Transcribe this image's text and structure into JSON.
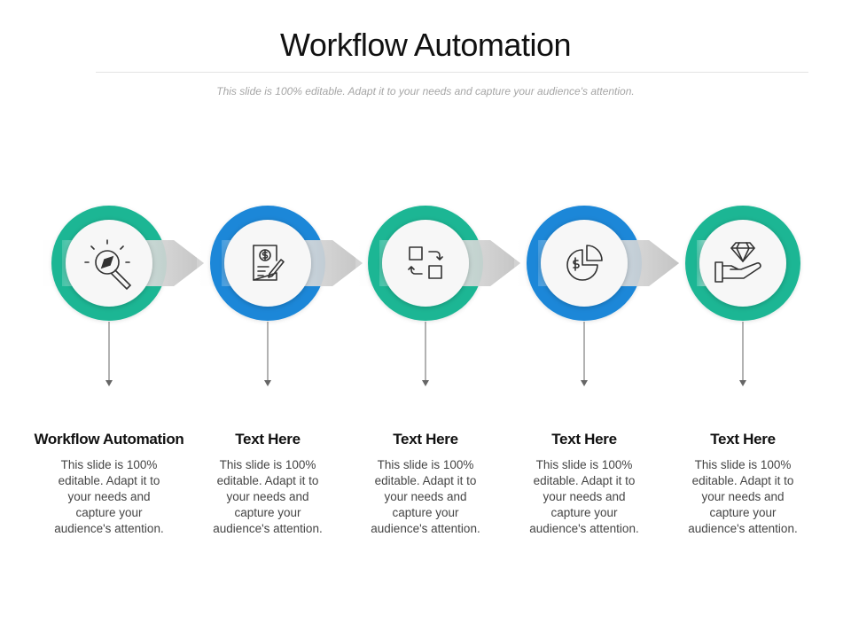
{
  "header": {
    "title": "Workflow Automation",
    "subtitle": "This slide is 100% editable. Adapt it to your needs and capture your audience's attention."
  },
  "colors": {
    "green": "#1db694",
    "blue": "#1a87d8",
    "arrow_light": "#f0f0f0",
    "arrow_dark": "#c8c8c8"
  },
  "steps": [
    {
      "title": "Workflow Automation",
      "desc": "This slide is 100% editable. Adapt it to your needs and capture your audience's attention.",
      "ring": "green",
      "icon": "search-compass-icon"
    },
    {
      "title": "Text Here",
      "desc": "This slide is 100% editable. Adapt it to your needs and capture your audience's attention.",
      "ring": "blue",
      "icon": "invoice-dollar-icon"
    },
    {
      "title": "Text Here",
      "desc": "This slide is 100% editable. Adapt it to your needs and capture your audience's attention.",
      "ring": "green",
      "icon": "swap-squares-icon"
    },
    {
      "title": "Text Here",
      "desc": "This slide is 100% editable. Adapt it to your needs and capture your audience's attention.",
      "ring": "blue",
      "icon": "pie-chart-dollar-icon"
    },
    {
      "title": "Text Here",
      "desc": "This slide is 100% editable. Adapt it to your needs and capture your audience's attention.",
      "ring": "green",
      "icon": "diamond-hand-icon"
    }
  ]
}
